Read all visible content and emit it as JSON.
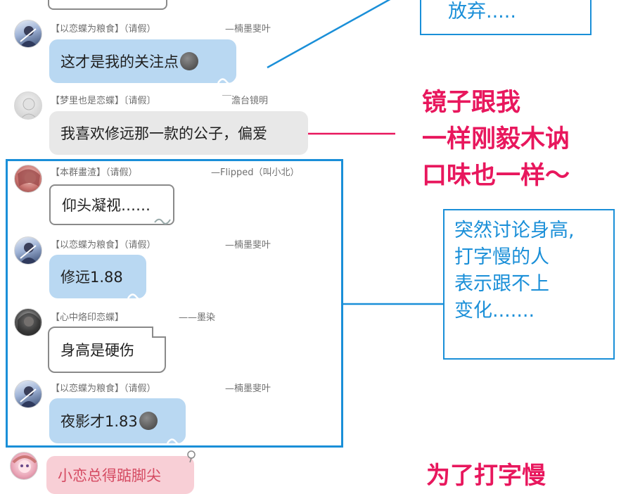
{
  "messages": [
    {
      "group": "【以恋蝶为粮食】",
      "note": "（请假）",
      "signature": "—楠墨斐叶",
      "text": "这才是我的关注点",
      "has_emoji": true
    },
    {
      "group": "【梦里也是恋蝶】",
      "note": "〔请假〕",
      "signature": "￣澹台镜明",
      "text": "我喜欢修远那一款的公子，偏爱",
      "has_emoji": false
    },
    {
      "group": "【本群畫渣】",
      "note": "（请假）",
      "signature": "—Flipped（叫小北）",
      "text": "仰头凝视……",
      "has_emoji": false
    },
    {
      "group": "【以恋蝶为粮食】",
      "note": "（请假）",
      "signature": "—楠墨斐叶",
      "text": "修远1.88",
      "has_emoji": false
    },
    {
      "group": "【心中烙印恋蝶】",
      "note": "",
      "signature": "——墨染",
      "text": "身高是硬伤",
      "has_emoji": false
    },
    {
      "group": "【以恋蝶为粮食】",
      "note": "（请假）",
      "signature": "—楠墨斐叶",
      "text": "夜影才1.83",
      "has_emoji": true
    },
    {
      "text": "小恋总得踮脚尖"
    }
  ],
  "annotations": {
    "top_box": "放弃.....",
    "mirror_lines": [
      "镜子跟我",
      "一样刚毅木讷",
      "口味也一样～"
    ],
    "height_box_lines": [
      "突然讨论身高,",
      "打字慢的人",
      "表示跟不上",
      "变化......."
    ],
    "bottom_text": "为了打字慢"
  },
  "colors": {
    "annotation_blue": "#1a8fd8",
    "annotation_pink": "#e8175d",
    "bubble_blue": "#b9d8f2",
    "bubble_grey": "#e8e8e8",
    "bubble_pink": "#f8cfd6"
  }
}
